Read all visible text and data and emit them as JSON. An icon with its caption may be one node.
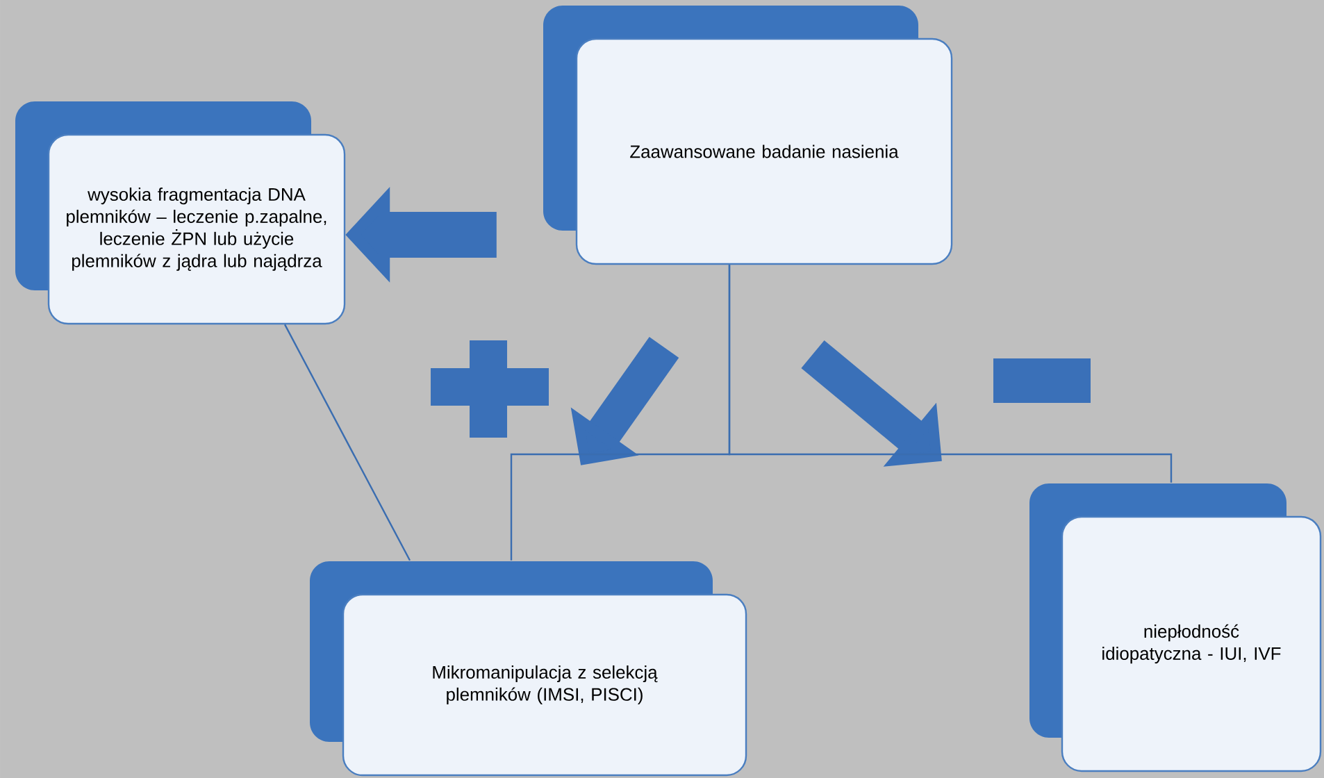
{
  "diagram": {
    "nodes": [
      {
        "text": [
          "Zaawansowane badanie nasienia"
        ]
      },
      {
        "text": [
          "wysokia fragmentacja DNA plemników – leczenie p.zapalne, leczenie ŻPN lub użycie plemników z jądra lub najądrza"
        ]
      },
      {
        "text": [
          "Mikromanipulacja z selekcją plemników (IMSI, PISCI)"
        ]
      },
      {
        "text": [
          "niepłodność idiopatyczna - IUI, IVF"
        ]
      }
    ],
    "edges": [
      {
        "from": 0,
        "to": 1,
        "arrow": "to",
        "style": "thick"
      },
      {
        "from": 0,
        "to": 2,
        "arrow": "none"
      },
      {
        "from": 0,
        "to": 3,
        "arrow": "none"
      },
      {
        "from": 1,
        "to": 2,
        "arrow": "none"
      }
    ]
  }
}
